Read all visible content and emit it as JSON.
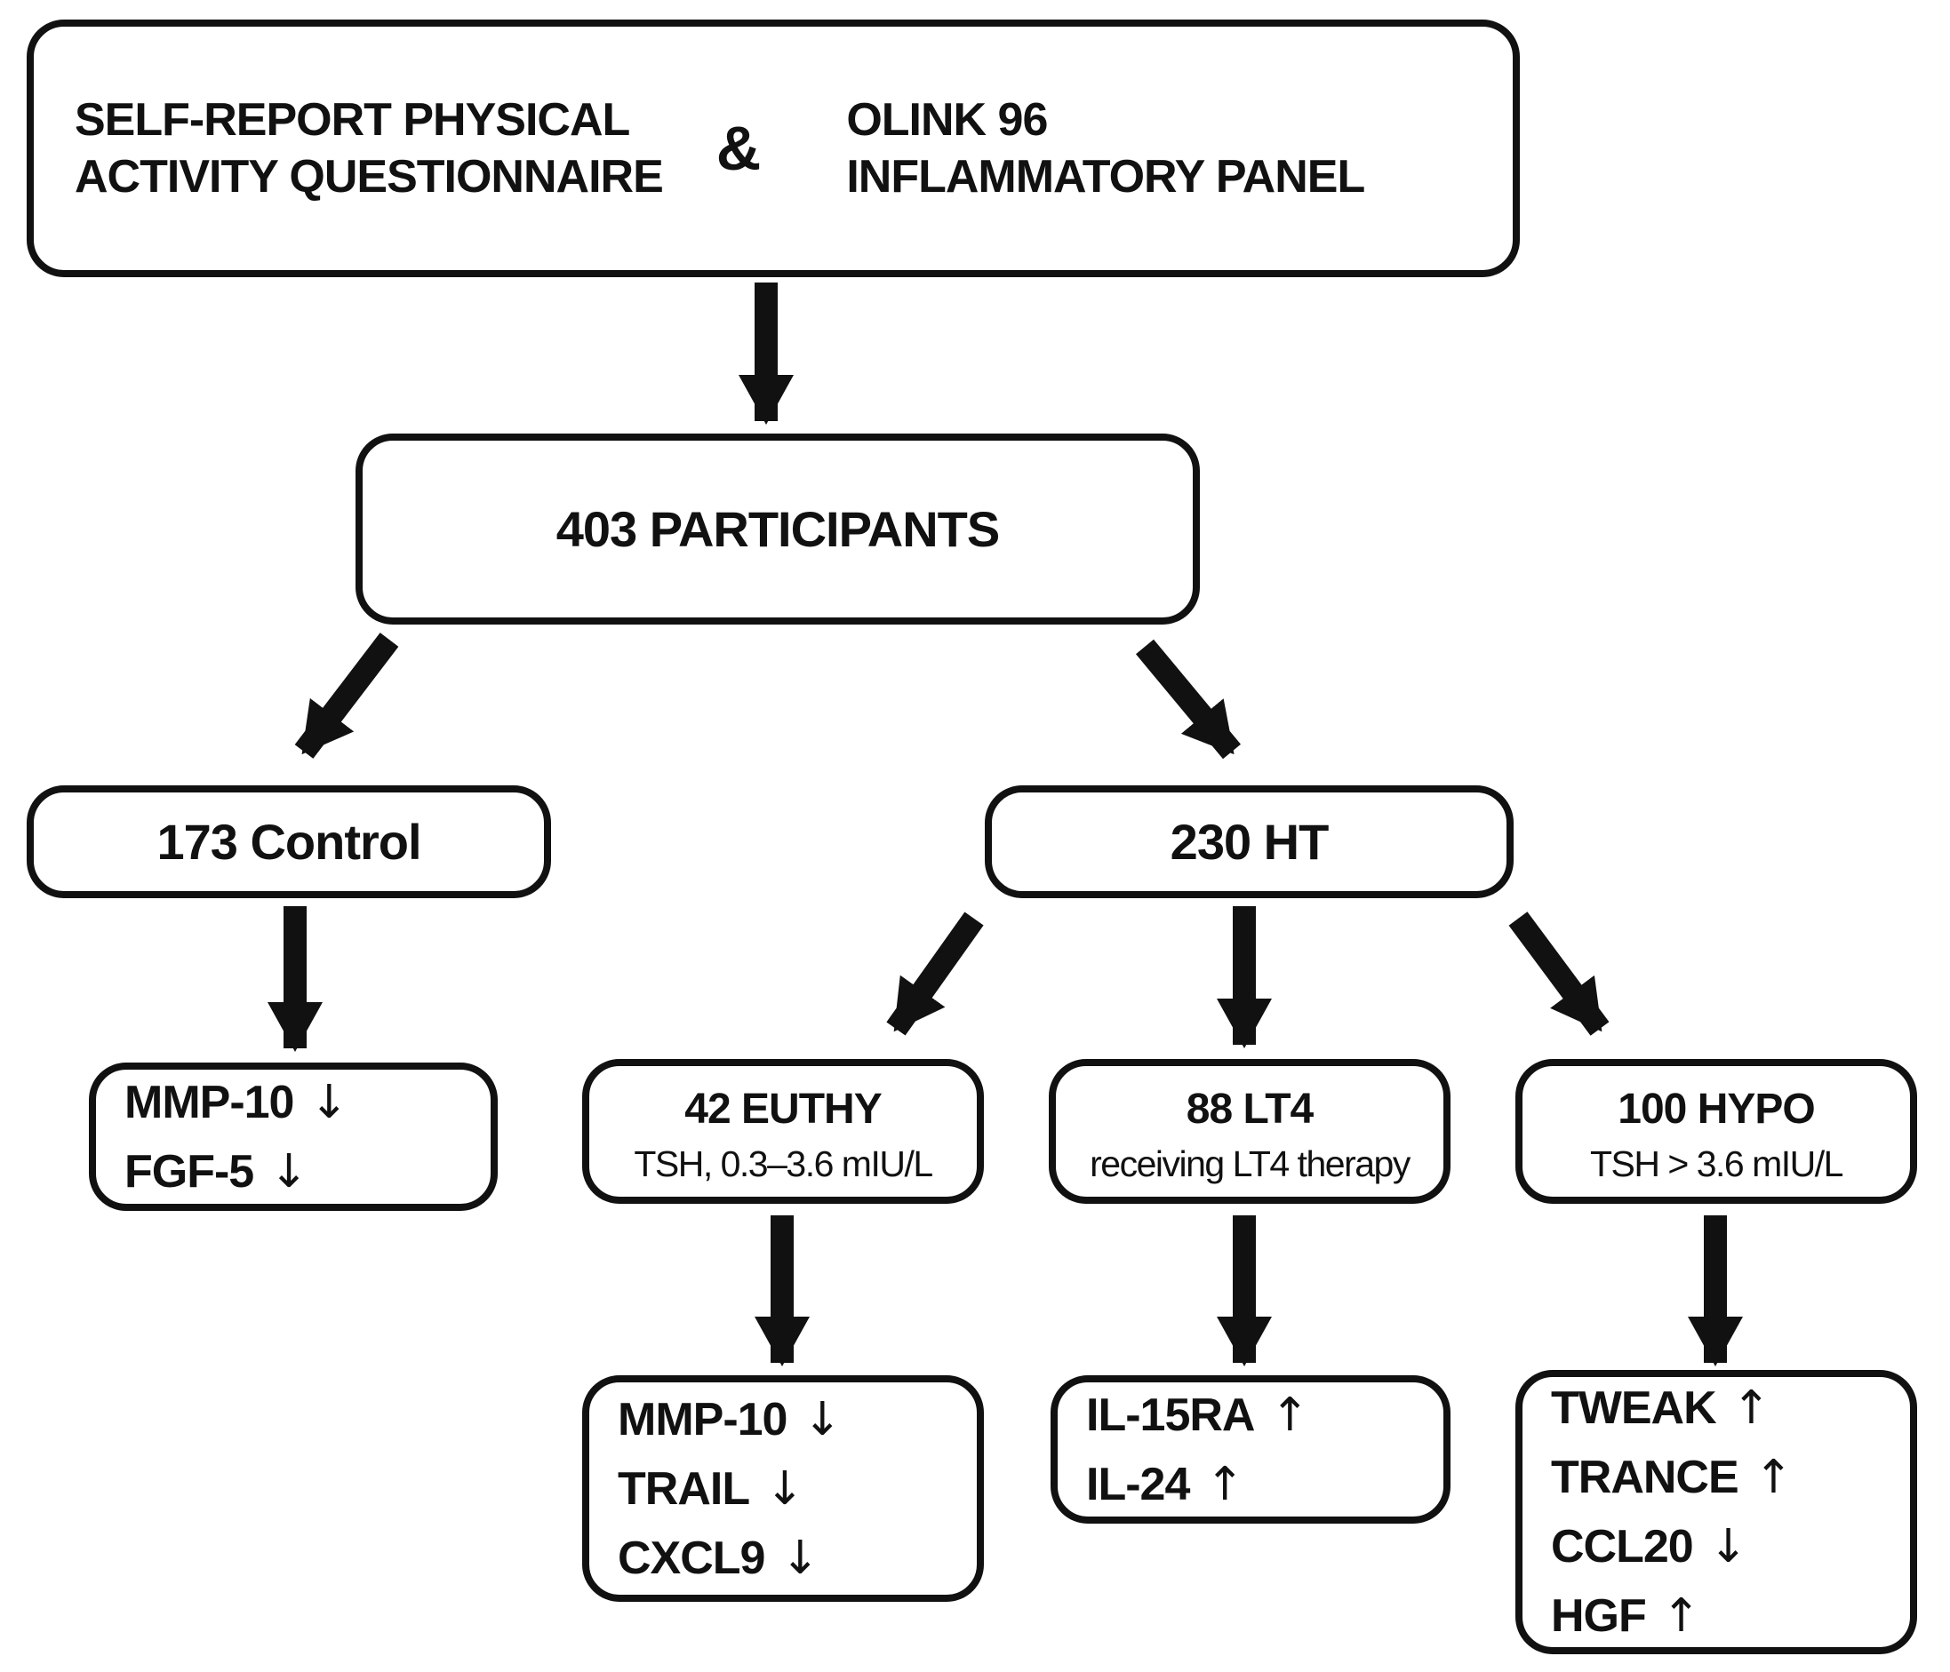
{
  "diagram_type": "study-flowchart",
  "colors": {
    "stroke": "#111111",
    "background": "#ffffff",
    "text": "#111111"
  },
  "nodes": {
    "questionnaire_panel": {
      "left_line1": "SELF-REPORT PHYSICAL",
      "left_line2": "ACTIVITY QUESTIONNAIRE",
      "joiner": "&",
      "right_line1": "OLINK 96",
      "right_line2": "INFLAMMATORY PANEL"
    },
    "participants": {
      "label": "403 PARTICIPANTS"
    },
    "control": {
      "label": "173 Control"
    },
    "ht": {
      "label": "230 HT"
    },
    "control_result": {
      "markers": [
        {
          "name": "MMP-10",
          "direction": "↓"
        },
        {
          "name": "FGF-5",
          "direction": "↓"
        }
      ]
    },
    "euthy": {
      "title": "42 EUTHY",
      "subtitle": "TSH, 0.3–3.6 mIU/L"
    },
    "lt4": {
      "title": "88 LT4",
      "subtitle": "receiving LT4 therapy"
    },
    "hypo": {
      "title": "100 HYPO",
      "subtitle": "TSH > 3.6 mIU/L"
    },
    "euthy_result": {
      "markers": [
        {
          "name": "MMP-10",
          "direction": "↓"
        },
        {
          "name": "TRAIL",
          "direction": "↓"
        },
        {
          "name": "CXCL9",
          "direction": "↓"
        }
      ]
    },
    "lt4_result": {
      "markers": [
        {
          "name": "IL-15RA",
          "direction": "↑"
        },
        {
          "name": "IL-24",
          "direction": "↑"
        }
      ]
    },
    "hypo_result": {
      "markers": [
        {
          "name": "TWEAK",
          "direction": "↑"
        },
        {
          "name": "TRANCE",
          "direction": "↑"
        },
        {
          "name": "CCL20",
          "direction": "↓"
        },
        {
          "name": "HGF",
          "direction": "↑"
        }
      ]
    }
  },
  "edges": [
    "questionnaire_panel → participants",
    "participants → control",
    "participants → ht",
    "control → control_result",
    "ht → euthy",
    "ht → lt4",
    "ht → hypo",
    "euthy → euthy_result",
    "lt4 → lt4_result",
    "hypo → hypo_result"
  ]
}
